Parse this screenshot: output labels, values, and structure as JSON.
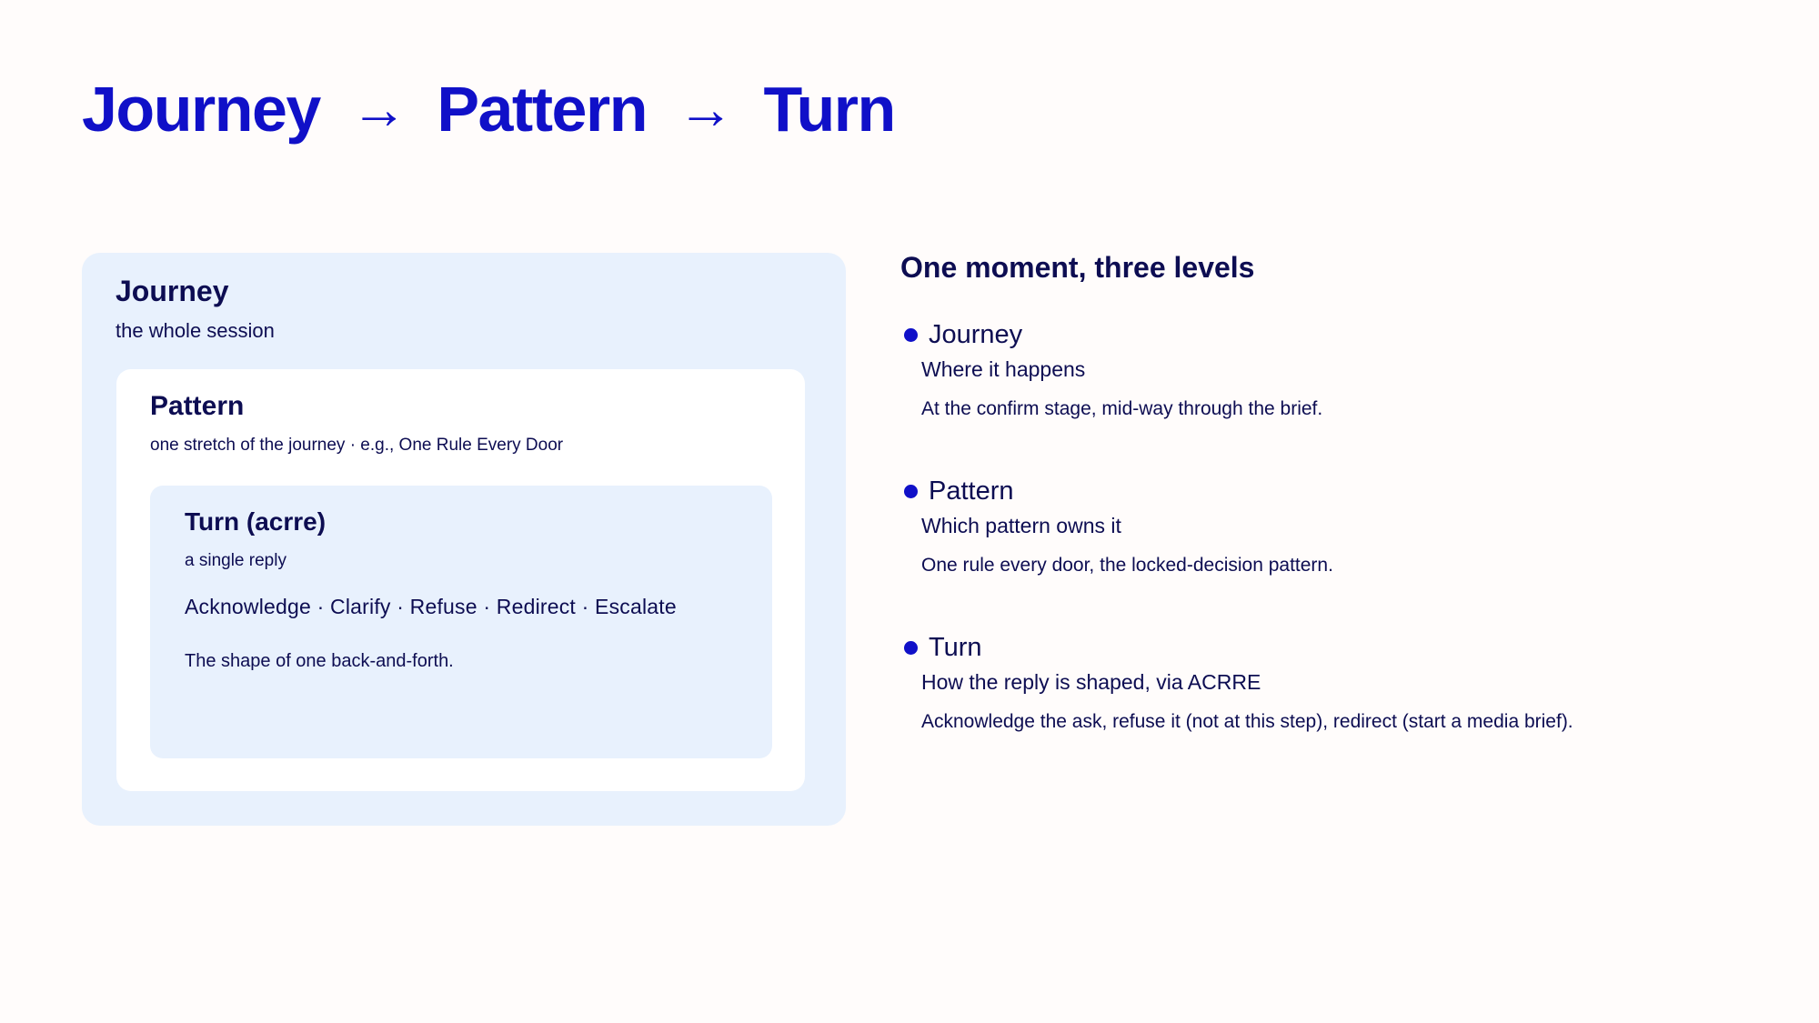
{
  "title": {
    "part1": "Journey",
    "arrow1": "→",
    "part2": "Pattern",
    "arrow2": "→",
    "part3": "Turn"
  },
  "diagram": {
    "journey": {
      "title": "Journey",
      "sub": "the whole session"
    },
    "pattern": {
      "title": "Pattern",
      "sub": "one stretch of the journey · e.g., One Rule Every Door"
    },
    "turn": {
      "title": "Turn (acrre)",
      "sub": "a single reply",
      "acrre": "Acknowledge · Clarify · Refuse · Redirect · Escalate",
      "desc": "The shape of one back-and-forth."
    }
  },
  "levels": {
    "heading": "One moment, three levels",
    "items": [
      {
        "name": "Journey",
        "where": "Where it happens",
        "detail": "At the confirm stage, mid-way through the brief."
      },
      {
        "name": "Pattern",
        "where": "Which pattern owns it",
        "detail": "One rule every door, the locked-decision pattern."
      },
      {
        "name": "Turn",
        "where": "How the reply is shaped, via ACRRE",
        "detail": "Acknowledge the ask, refuse it (not at this step), redirect (start a media brief)."
      }
    ]
  },
  "colors": {
    "accent": "#1010c8",
    "text": "#0d0d52",
    "panel": "#e8f1fd",
    "background": "#fffcfb"
  }
}
